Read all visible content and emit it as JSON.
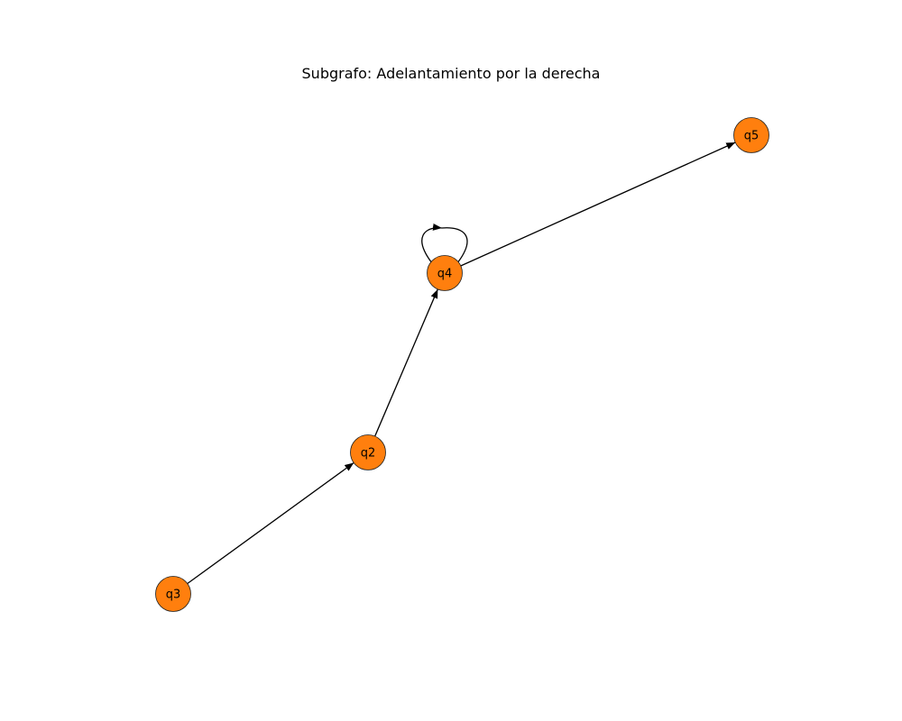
{
  "title": "Subgrafo: Adelantamiento por la derecha",
  "colors": {
    "node_fill": "#ff7f0e",
    "node_stroke": "#1f1f1f",
    "edge": "#000000",
    "text": "#000000"
  },
  "nodes": [
    {
      "id": "q3",
      "label": "q3"
    },
    {
      "id": "q2",
      "label": "q2"
    },
    {
      "id": "q4",
      "label": "q4"
    },
    {
      "id": "q5",
      "label": "q5"
    }
  ],
  "edges": [
    {
      "from": "q3",
      "to": "q2"
    },
    {
      "from": "q2",
      "to": "q4"
    },
    {
      "from": "q4",
      "to": "q4"
    },
    {
      "from": "q4",
      "to": "q5"
    }
  ]
}
